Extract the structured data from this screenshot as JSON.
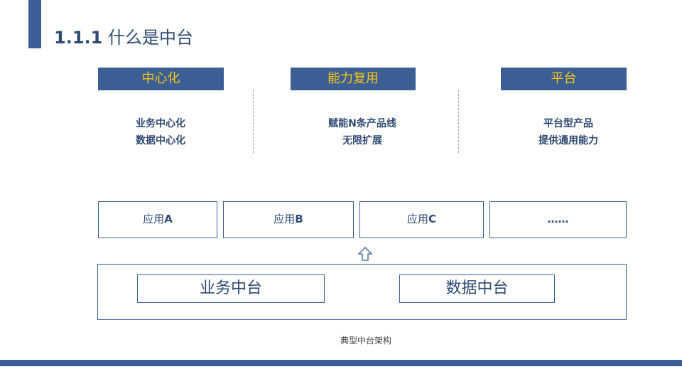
{
  "slide": {
    "title_number": "1.1.1",
    "title_text": " 什么是中台"
  },
  "pillars": [
    {
      "label": "中心化",
      "lines": [
        "业务中心化",
        "数据中心化"
      ]
    },
    {
      "label": "能力复用",
      "lines": [
        "赋能N条产品线",
        "无限扩展"
      ]
    },
    {
      "label": "平台",
      "lines": [
        "平台型产品",
        "提供通用能力"
      ]
    }
  ],
  "apps": [
    {
      "prefix": "应用",
      "suffix": "A"
    },
    {
      "prefix": "应用",
      "suffix": "B"
    },
    {
      "prefix": "应用",
      "suffix": "C"
    },
    {
      "prefix": "",
      "suffix": "……"
    }
  ],
  "platform": {
    "business": "业务中台",
    "data": "数据中台"
  },
  "caption": "典型中台架构",
  "icons": {
    "arrow": "up-arrow-icon"
  },
  "colors": {
    "brand_blue": "#3b5f95",
    "highlight_yellow": "#f5c518",
    "text_navy": "#2f4a73"
  }
}
